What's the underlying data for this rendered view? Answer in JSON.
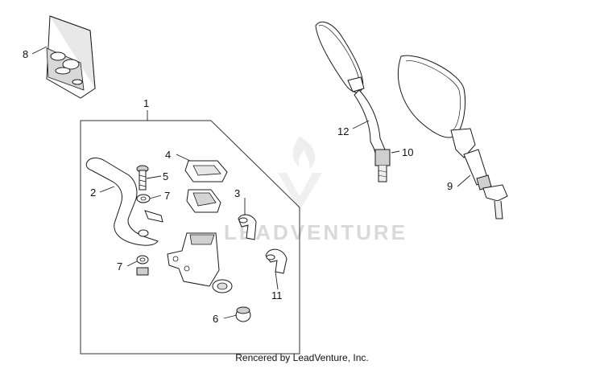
{
  "callouts": {
    "c1": "1",
    "c2": "2",
    "c3": "3",
    "c4": "4",
    "c5": "5",
    "c6": "6",
    "c7a": "7",
    "c7b": "7",
    "c8": "8",
    "c9": "9",
    "c10": "10",
    "c11": "11",
    "c12": "12"
  },
  "watermark": {
    "text": "LEADVENTURE"
  },
  "footer": {
    "credit": "Rencered by LeadVenture, Inc."
  }
}
